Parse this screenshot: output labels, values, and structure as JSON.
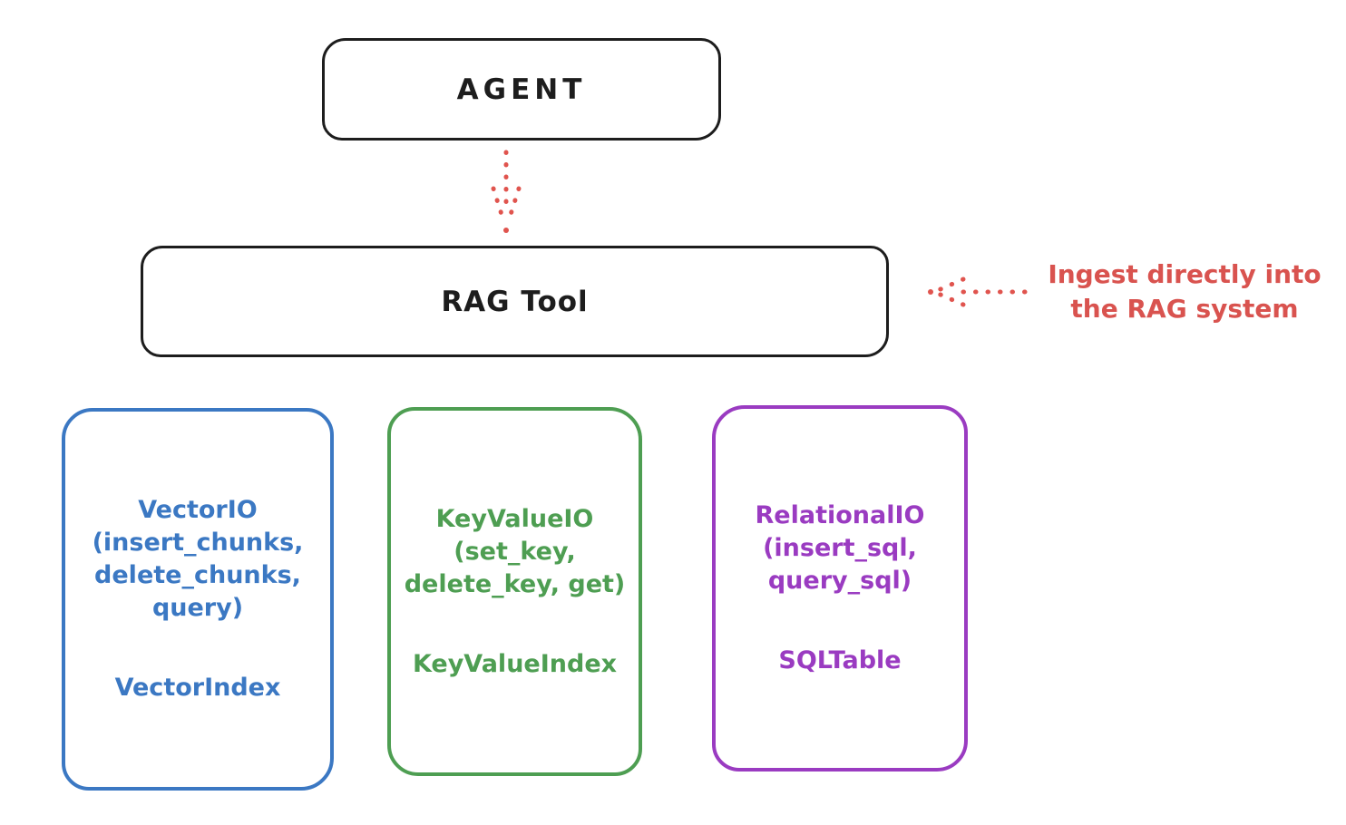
{
  "agent_box": {
    "label": "AGENT"
  },
  "rag_tool_box": {
    "label": "RAG Tool"
  },
  "annotation": {
    "line1": "Ingest directly into",
    "line2": "the RAG system",
    "color": "#d9534f"
  },
  "arrows": {
    "agent_to_rag": {
      "style": "dotted",
      "color": "#e0544e",
      "direction": "down"
    },
    "ingest_to_rag": {
      "style": "dotted",
      "color": "#e0544e",
      "direction": "left"
    }
  },
  "backend_boxes": [
    {
      "name": "vector-io",
      "color": "#3b78c3",
      "lines": [
        "VectorIO",
        "(insert_chunks,",
        "delete_chunks,",
        "query)"
      ],
      "index_label": "VectorIndex"
    },
    {
      "name": "key-value-io",
      "color": "#4e9e52",
      "lines": [
        "KeyValueIO",
        "(set_key,",
        "delete_key, get)"
      ],
      "index_label": "KeyValueIndex"
    },
    {
      "name": "relational-io",
      "color": "#9a3bc1",
      "lines": [
        "RelationalIO",
        "(insert_sql,",
        "query_sql)"
      ],
      "index_label": "SQLTable"
    }
  ],
  "colors": {
    "stroke_black": "#1d1d1d",
    "accent_red": "#e0544e",
    "blue": "#3b78c3",
    "green": "#4e9e52",
    "purple": "#9a3bc1"
  }
}
